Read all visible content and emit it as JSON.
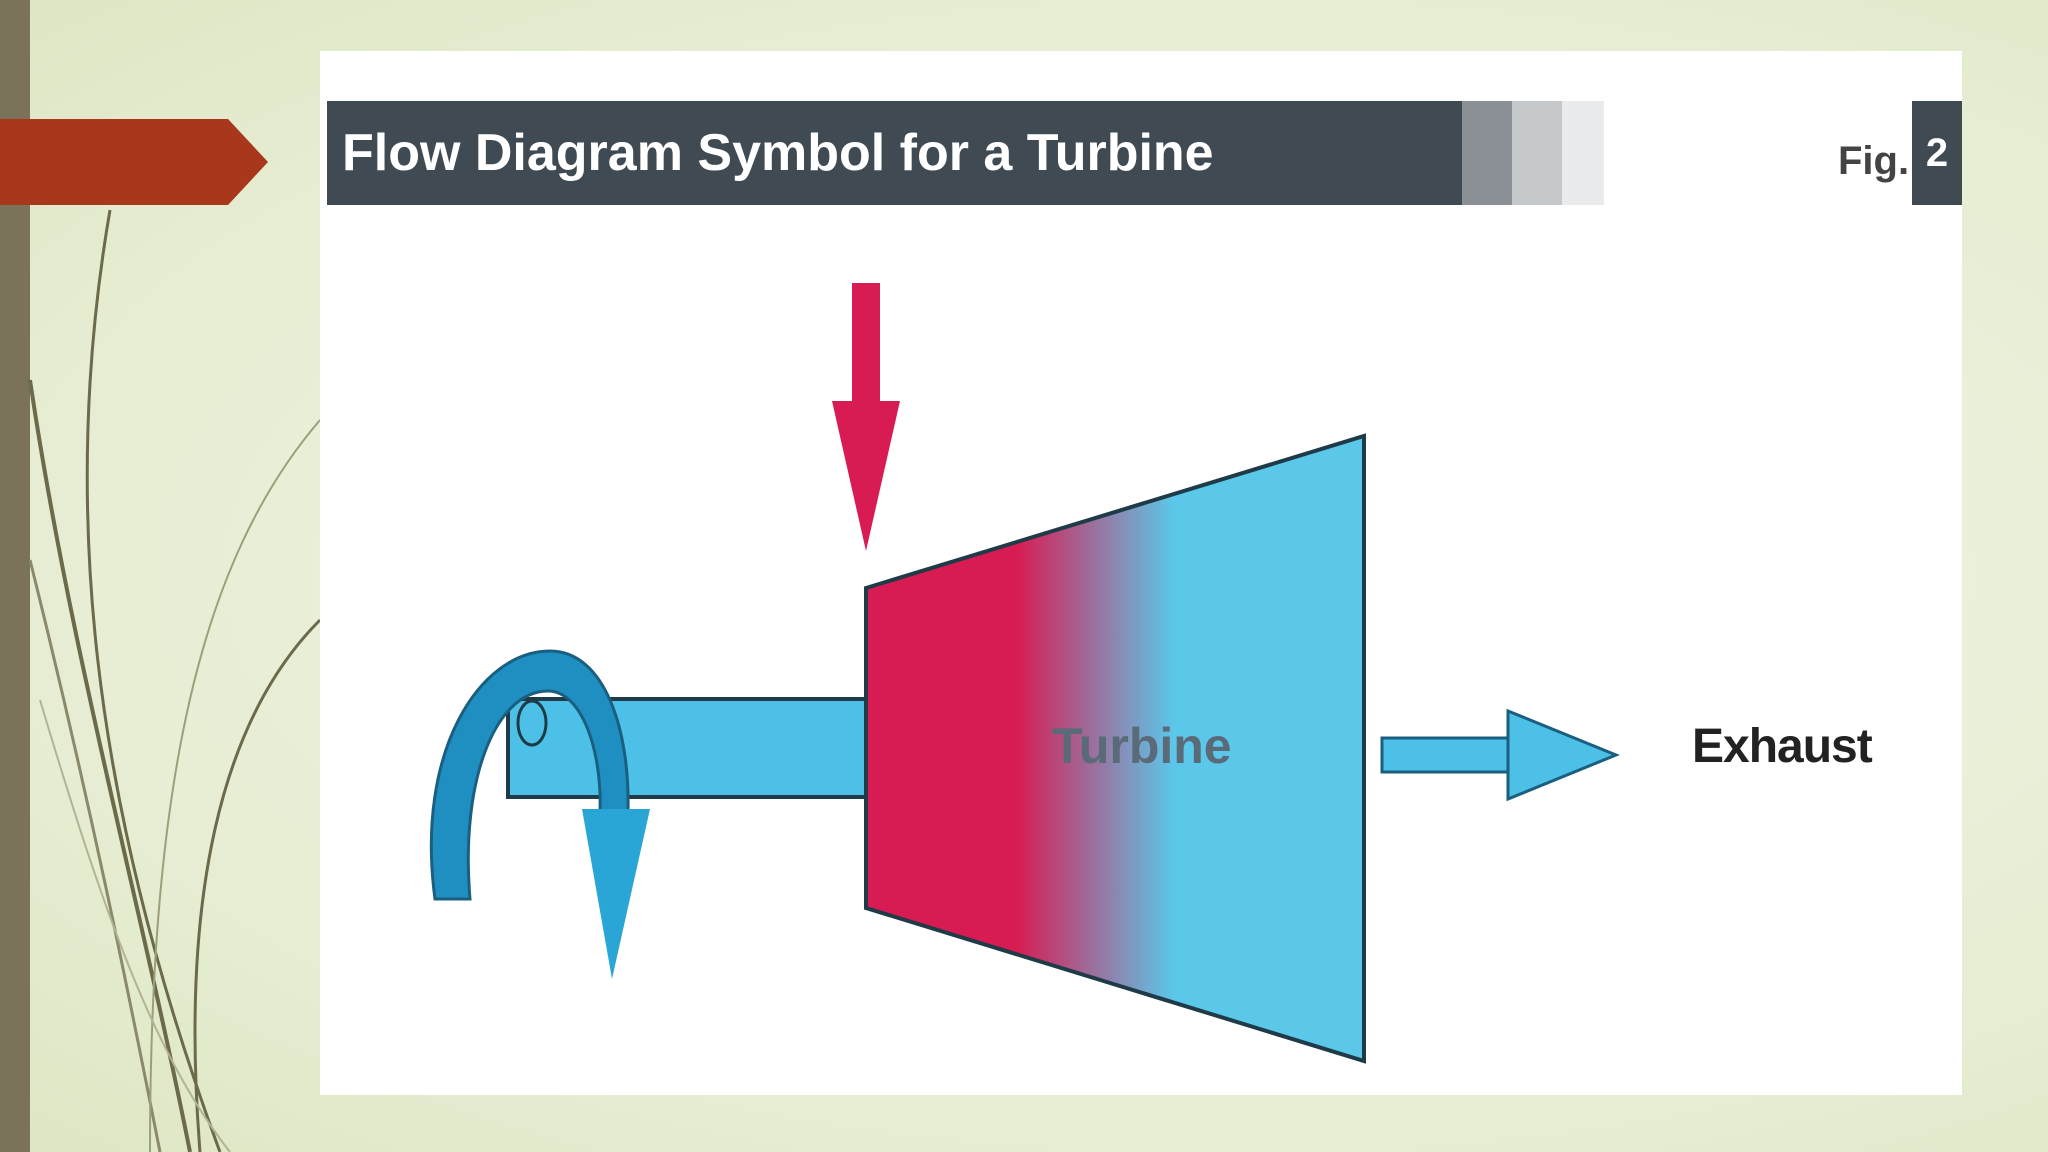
{
  "title": "Flow Diagram Symbol for a Turbine",
  "fig_label": "Fig.",
  "fig_number": "2",
  "turbine_label": "Turbine",
  "exhaust_label": "Exhaust",
  "colors": {
    "title_bar": "#3f4a52",
    "hot": "#d81b52",
    "cool": "#5bc8ea",
    "shaft": "#4cc0e6",
    "rotation": "#1e8fc0",
    "pointer": "#a8371c",
    "side_bar": "#7a7359"
  }
}
